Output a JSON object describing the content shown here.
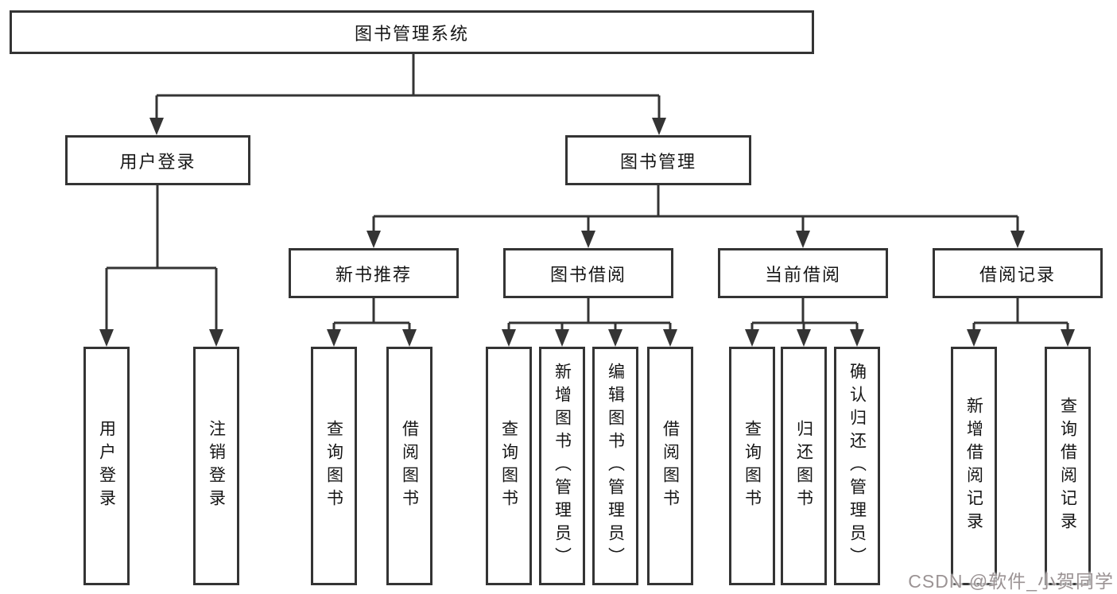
{
  "diagram": {
    "title": "图书管理系统",
    "colors": {
      "line": "#343434",
      "box_border": "#343434",
      "box_background": "#ffffff",
      "text": "#161616",
      "watermark": "#9b9394"
    },
    "nodes": {
      "root": {
        "label": "图书管理系统"
      },
      "branches": [
        {
          "label": "用户登录",
          "children": [
            {
              "label": "用户登录"
            },
            {
              "label": "注销登录"
            }
          ]
        },
        {
          "label": "图书管理",
          "children": [
            {
              "label": "新书推荐",
              "children": [
                {
                  "label": "查询图书"
                },
                {
                  "label": "借阅图书"
                }
              ]
            },
            {
              "label": "图书借阅",
              "children": [
                {
                  "label": "查询图书"
                },
                {
                  "label": "新增图书（管理员）"
                },
                {
                  "label": "编辑图书（管理员）"
                },
                {
                  "label": "借阅图书"
                }
              ]
            },
            {
              "label": "当前借阅",
              "children": [
                {
                  "label": "查询图书"
                },
                {
                  "label": "归还图书"
                },
                {
                  "label": "确认归还（管理员）"
                }
              ]
            },
            {
              "label": "借阅记录",
              "children": [
                {
                  "label": "新增借阅记录"
                },
                {
                  "label": "查询借阅记录"
                }
              ]
            }
          ]
        }
      ]
    },
    "watermark": {
      "text": "CSDN @软件_小贺同学"
    }
  }
}
